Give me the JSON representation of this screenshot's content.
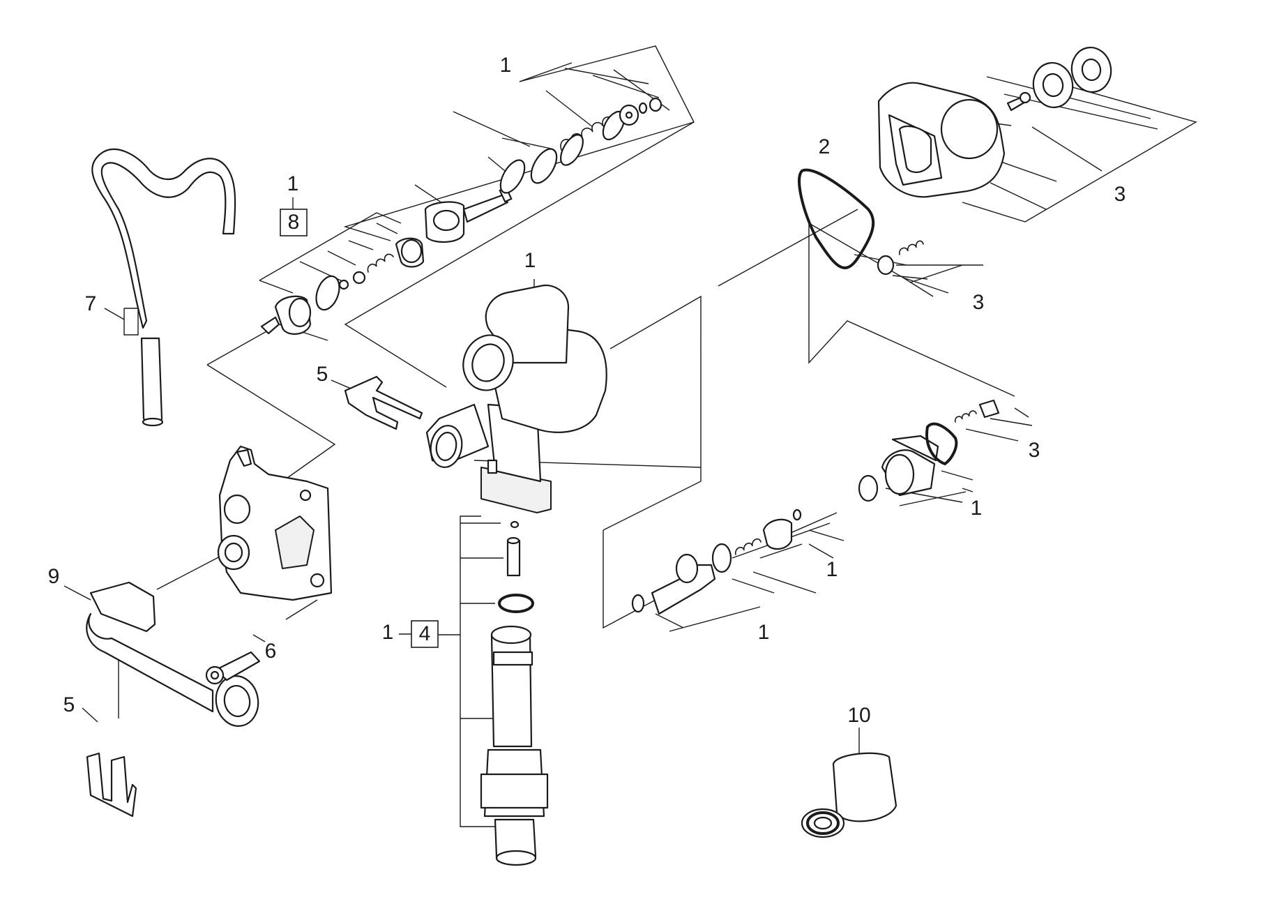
{
  "callouts": [
    {
      "id": "c1",
      "text": "1"
    },
    {
      "id": "c2",
      "text": "1"
    },
    {
      "id": "c3",
      "text": "8"
    },
    {
      "id": "c4",
      "text": "1"
    },
    {
      "id": "c5",
      "text": "7"
    },
    {
      "id": "c6",
      "text": "5"
    },
    {
      "id": "c7",
      "text": "2"
    },
    {
      "id": "c8",
      "text": "3"
    },
    {
      "id": "c9",
      "text": "3"
    },
    {
      "id": "c10",
      "text": "3"
    },
    {
      "id": "c11",
      "text": "1"
    },
    {
      "id": "c12",
      "text": "1"
    },
    {
      "id": "c13",
      "text": "1"
    },
    {
      "id": "c14",
      "text": "9"
    },
    {
      "id": "c15",
      "text": "6"
    },
    {
      "id": "c16",
      "text": "1"
    },
    {
      "id": "c17",
      "text": "4"
    },
    {
      "id": "c18",
      "text": "5"
    },
    {
      "id": "c19",
      "text": "10"
    }
  ]
}
